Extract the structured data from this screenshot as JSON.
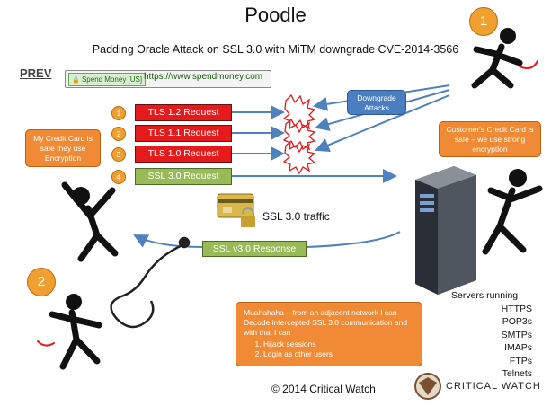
{
  "header": {
    "title": "Poodle",
    "subtitle": "Padding Oracle Attack on SSL 3.0 with MiTM downgrade  CVE-2014-3566"
  },
  "prev_link": "PREV",
  "browser": {
    "badge": "Spend Money [US]",
    "url": "https://www.spendmoney.com"
  },
  "requests": [
    {
      "num": "1",
      "label": "TLS 1.2 Request"
    },
    {
      "num": "2",
      "label": "TLS 1.1 Request"
    },
    {
      "num": "3",
      "label": "TLS 1.0 Request"
    },
    {
      "num": "4",
      "label": "SSL 3.0 Request"
    }
  ],
  "callouts": {
    "downgrade": "Downgrade Attacks",
    "client": "My Credit Card is safe they use Encryption",
    "customer": "Customer's Credit Card is safe – we use strong encryption",
    "hacker_text": "Muahahaha – from an adjacent network I can Decode intercepted SSL 3.0 communication and with that I can",
    "hacker_items": [
      "Hijack sessions",
      "Login as other users"
    ]
  },
  "actors": {
    "attacker_one": "1",
    "attacker_two": "2"
  },
  "ssl_traffic_label": "SSL 3.0 traffic",
  "ssl_response_label": "SSL v3.0 Response",
  "servers": {
    "title": "Servers running",
    "protocols": [
      "HTTPS",
      "POP3s",
      "SMTPs",
      "IMAPs",
      "FTPs",
      "Telnets"
    ]
  },
  "footer": {
    "copyright": "© 2014  Critical Watch",
    "brand": "CRITICAL WATCH"
  },
  "colors": {
    "request_red": "#e41a1c",
    "request_green": "#98bb58",
    "arrow_blue": "#4f81bd",
    "callout_orange": "#f08a34",
    "callout_blue": "#4a7ec0",
    "number_orange": "#f0a030"
  }
}
